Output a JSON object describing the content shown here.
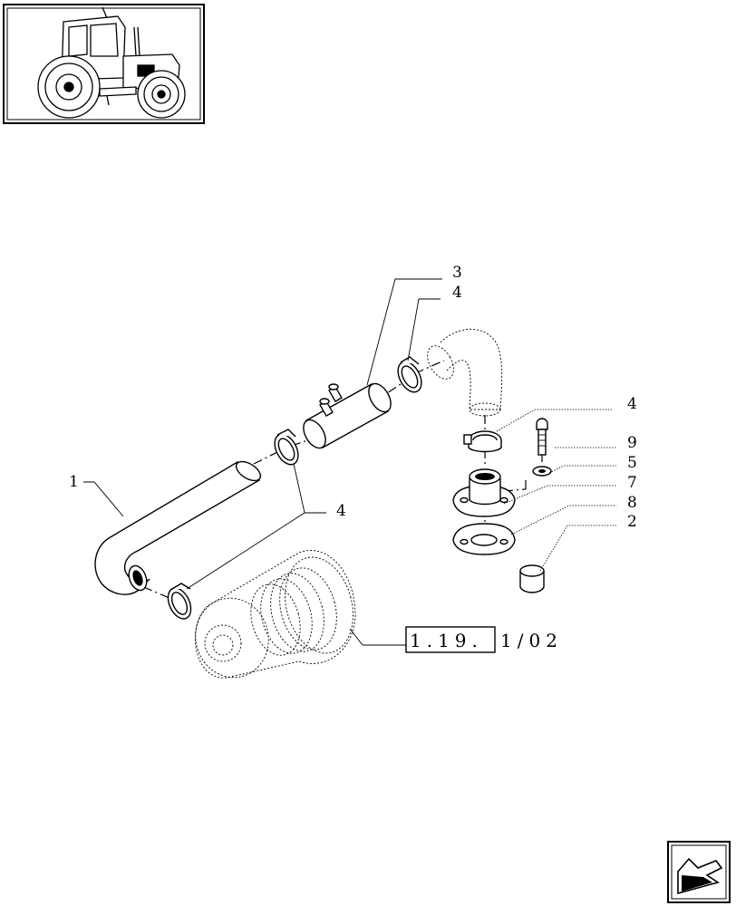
{
  "callouts": {
    "c1": "1",
    "c2": "2",
    "c3": "3",
    "c4a": "4",
    "c4b": "4",
    "c4c": "4",
    "c5": "5",
    "c7": "7",
    "c8": "8",
    "c9": "9"
  },
  "reference": {
    "boxed": "1.19.",
    "tail": "1/02"
  },
  "icons": {
    "thumbnail": "tractor-thumbnail-icon",
    "nav": "next-page-arrow-icon"
  }
}
